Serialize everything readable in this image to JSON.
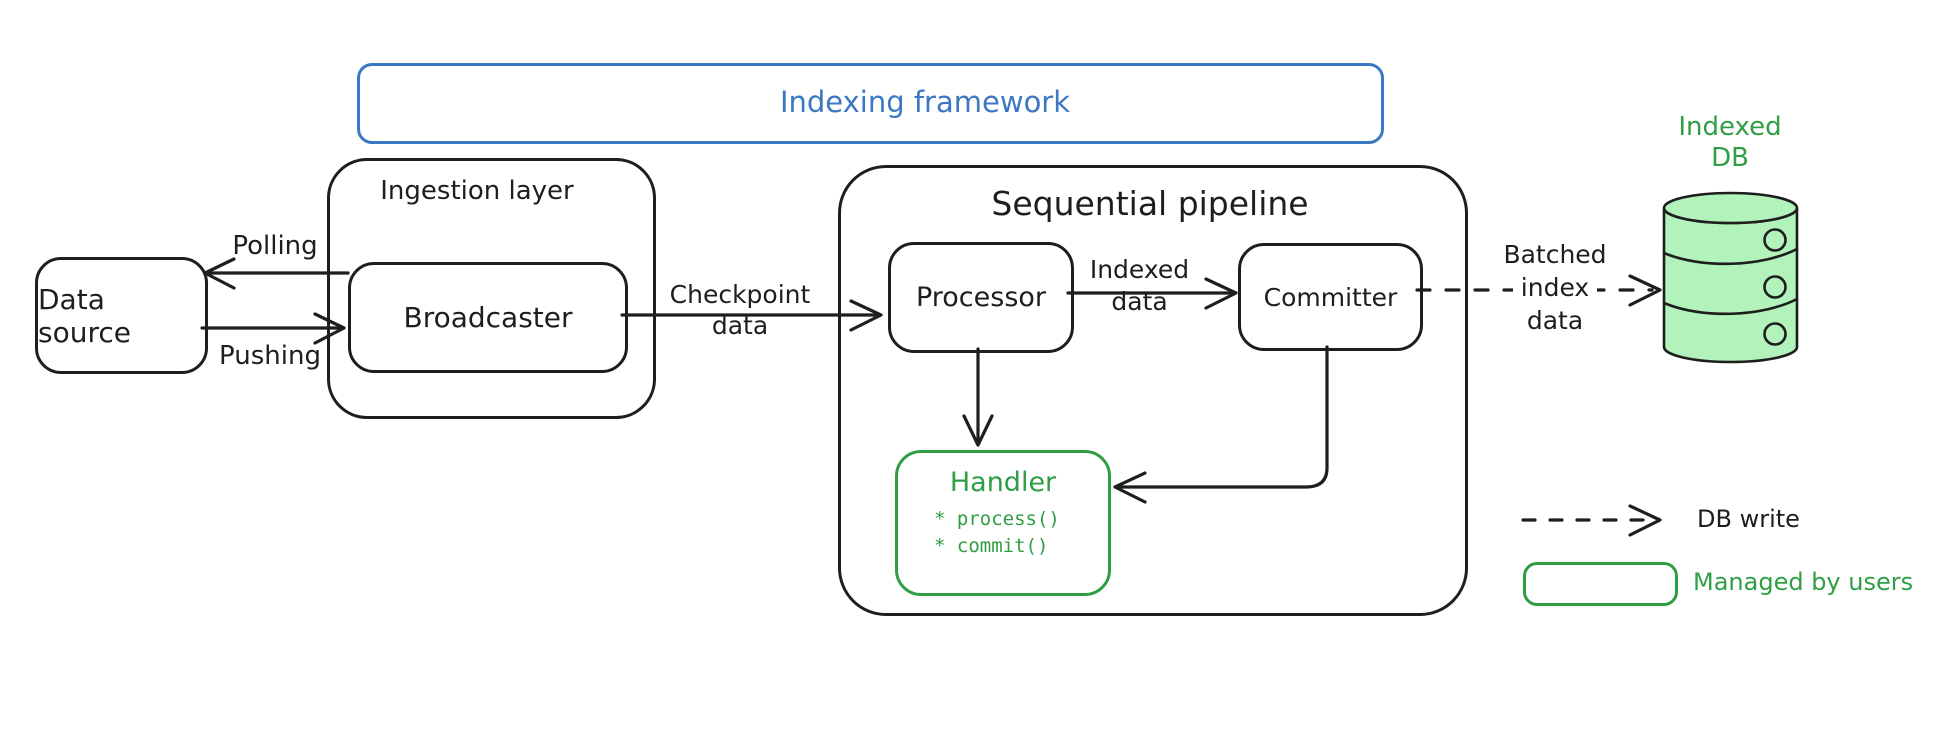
{
  "diagram": {
    "frame": {
      "label": "Indexing framework"
    },
    "nodes": {
      "data_source": "Data source",
      "ingestion_layer": "Ingestion layer",
      "broadcaster": "Broadcaster",
      "sequential_pipeline": "Sequential pipeline",
      "processor": "Processor",
      "committer": "Committer",
      "handler": {
        "title": "Handler",
        "methods": [
          "* process()",
          "* commit()"
        ]
      },
      "indexed_db": {
        "line1": "Indexed",
        "line2": "DB"
      }
    },
    "edges": {
      "polling": "Polling",
      "pushing": "Pushing",
      "checkpoint": {
        "line1": "Checkpoint",
        "line2": "data"
      },
      "indexed": {
        "line1": "Indexed",
        "line2": "data"
      },
      "batched": {
        "line1": "Batched",
        "line2": "index",
        "line3": "data"
      }
    },
    "legend": {
      "db_write": "DB write",
      "managed_by_users": "Managed by users"
    },
    "colors": {
      "blue": "#3b78c4",
      "green": "#2f9e44",
      "green_fill": "#b2f2bb",
      "ink": "#1e1e1e"
    }
  }
}
